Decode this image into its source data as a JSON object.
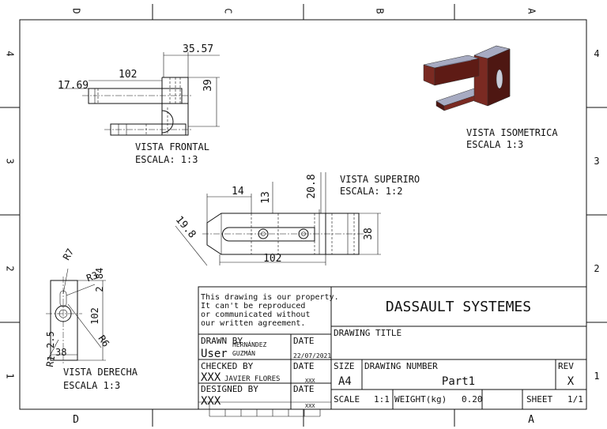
{
  "border": {
    "cols_top": [
      "D",
      "C",
      "B",
      "A"
    ],
    "cols_bottom": [
      "D",
      "A"
    ],
    "rows_left": [
      "4",
      "3",
      "2",
      "1"
    ],
    "rows_right": [
      "4",
      "3",
      "2",
      "1"
    ]
  },
  "views": {
    "front": {
      "label": "VISTA FRONTAL",
      "scale": "ESCALA:  1:3",
      "dims": [
        "35.57",
        "102",
        "17.69",
        "39"
      ]
    },
    "top": {
      "label": "VISTA SUPERIRO",
      "scale": "ESCALA:  1:2",
      "dims": [
        "14",
        "13",
        "20.8",
        "19.8",
        "38",
        "102"
      ]
    },
    "right": {
      "label": "VISTA DERECHA",
      "scale": "ESCALA  1:3",
      "dims": [
        "R7",
        "R3",
        "84",
        "2",
        "102",
        "R6",
        "2.5",
        "38",
        "R1"
      ]
    },
    "iso": {
      "label": "VISTA ISOMETRICA",
      "scale": "ESCALA  1:3",
      "colors": {
        "body": "#7a2a22",
        "dark": "#4e1712",
        "light": "#a7abc2"
      }
    }
  },
  "title_block": {
    "notice": [
      "This drawing is our property.",
      "It can't be reproduced",
      "or communicated without",
      "our written agreement."
    ],
    "company": "DASSAULT SYSTEMES",
    "drawing_title_label": "DRAWING TITLE",
    "drawn_by_label": "DRAWN BY",
    "drawn_by_value": "User",
    "drawn_by_name_1": "HERNÁNDEZ",
    "drawn_by_name_2": "GUZMÁN",
    "date_label_1": "DATE",
    "date_value_1": "22/07/2021",
    "checked_by_label": "CHECKED BY",
    "checked_by_value": "XXX",
    "checked_by_name": "JAVIER FLORES",
    "date_label_2": "DATE",
    "date_value_2": "XXX",
    "designed_by_label": "DESIGNED BY",
    "designed_by_value": "XXX",
    "date_label_3": "DATE",
    "date_value_3": "XXX",
    "size_label": "SIZE",
    "size_value": "A4",
    "drawing_number_label": "DRAWING NUMBER",
    "drawing_number_value": "Part1",
    "rev_label": "REV",
    "rev_value": "X",
    "scale_label": "SCALE",
    "scale_value": "1:1",
    "weight_label": "WEIGHT(kg)",
    "weight_value": "0.20",
    "sheet_label": "SHEET",
    "sheet_value": "1/1"
  }
}
